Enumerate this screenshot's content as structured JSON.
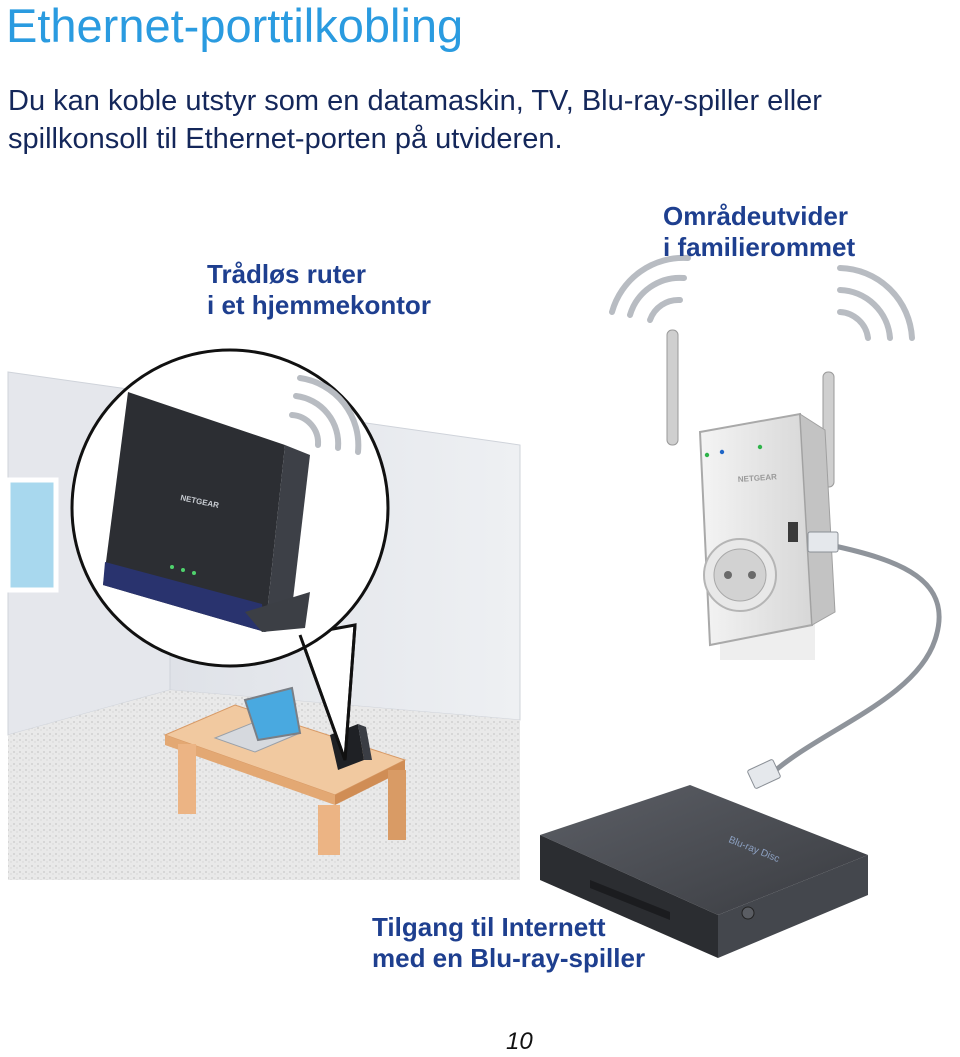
{
  "page": {
    "title": "Ethernet-porttilkobling",
    "intro": "Du kan koble utstyr som en datamaskin, TV, Blu-ray-spiller eller spillkonsoll til Ethernet-porten på utvideren.",
    "page_number": "10"
  },
  "illustration": {
    "router_label": [
      "Trådløs ruter",
      "i et hjemmekontor"
    ],
    "extender_label": [
      "Områdeutvider",
      "i familierommet"
    ],
    "internet_label": [
      "Tilgang til Internett",
      "med en Blu-ray-spiller"
    ],
    "router_brand": "NETGEAR",
    "extender_brand": "NETGEAR",
    "bluray_brand": "Blu-ray Disc",
    "colors": {
      "title": "#2a9be0",
      "label": "#1e3f8f",
      "body_text": "#14275a"
    },
    "icons": [
      "wifi-waves-icon",
      "ethernet-plug-icon",
      "power-socket-icon"
    ]
  }
}
